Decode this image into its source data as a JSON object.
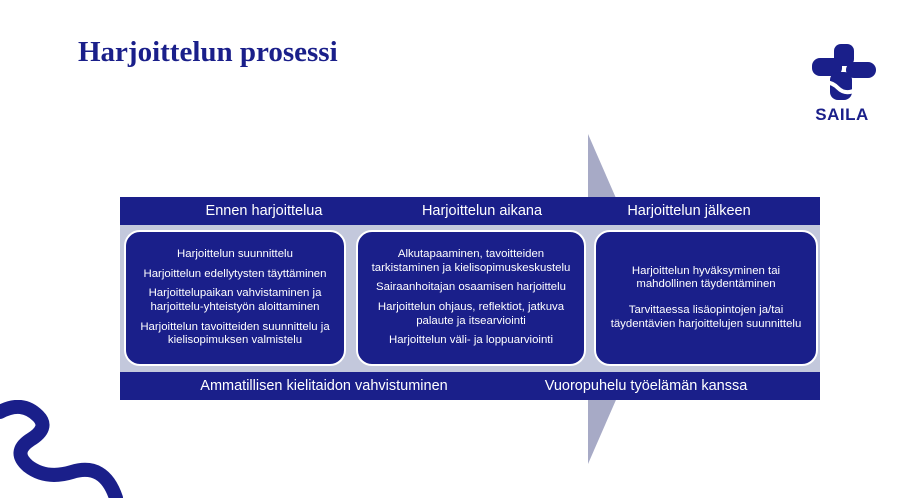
{
  "title": "Harjoittelun prosessi",
  "logo": {
    "text": "SAILA"
  },
  "colors": {
    "primary": "#1a1f8a",
    "band": "#c3c8dc",
    "arrow": "#a7aac6"
  },
  "phases": [
    {
      "heading": "Ennen harjoittelua",
      "items": [
        "Harjoittelun suunnittelu",
        "Harjoittelun edellytysten täyttäminen",
        "Harjoittelupaikan vahvistaminen ja harjoittelu-yhteistyön aloittaminen",
        "Harjoittelun tavoitteiden suunnittelu ja kielisopimuksen valmistelu"
      ]
    },
    {
      "heading": "Harjoittelun aikana",
      "items": [
        "Alkutapaaminen, tavoitteiden tarkistaminen ja kielisopimuskeskustelu",
        "Sairaanhoitajan osaamisen harjoittelu",
        "Harjoittelun ohjaus, reflektiot, jatkuva palaute ja itsearviointi",
        "Harjoittelun väli- ja loppuarviointi"
      ]
    },
    {
      "heading": "Harjoittelun jälkeen",
      "items": [
        "Harjoittelun hyväksyminen tai mahdollinen täydentäminen",
        "Tarvittaessa lisäopintojen ja/tai täydentävien harjoittelujen suunnittelu"
      ]
    }
  ],
  "bottom_bar": {
    "left": "Ammatillisen kielitaidon vahvistuminen",
    "right": "Vuoropuhelu työelämän kanssa"
  }
}
